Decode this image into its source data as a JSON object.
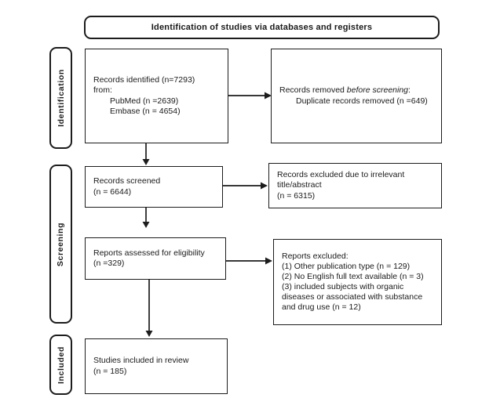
{
  "header": {
    "title": "Identification of studies via databases and registers"
  },
  "sidebar": {
    "stages": [
      {
        "label": "Identification"
      },
      {
        "label": "Screening"
      },
      {
        "label": "Included"
      }
    ]
  },
  "boxes": {
    "records_identified": {
      "line1": "Records identified (n=7293)",
      "line2": "from:",
      "sources": [
        "PubMed (n =2639)",
        "Embase (n = 4654)"
      ]
    },
    "records_removed": {
      "prefix": "Records removed ",
      "italic": "before screening",
      "suffix": ":",
      "detail": "Duplicate records removed (n =649)"
    },
    "records_screened": {
      "line1": "Records screened",
      "line2": "(n = 6644)"
    },
    "records_excluded": {
      "line1": "Records excluded due to irrelevant",
      "line2": "title/abstract",
      "line3": "(n = 6315)"
    },
    "reports_assessed": {
      "line1": "Reports assessed for eligibility",
      "line2": "(n =329)"
    },
    "reports_excluded": {
      "title": "Reports excluded:",
      "reasons": [
        "(1) Other publication type (n = 129)",
        "(2) No English full text available (n = 3)",
        "(3) included subjects with organic diseases or associated with substance and drug use (n = 12)"
      ]
    },
    "studies_included": {
      "line1": "Studies included in review",
      "line2": "(n = 185)"
    }
  }
}
